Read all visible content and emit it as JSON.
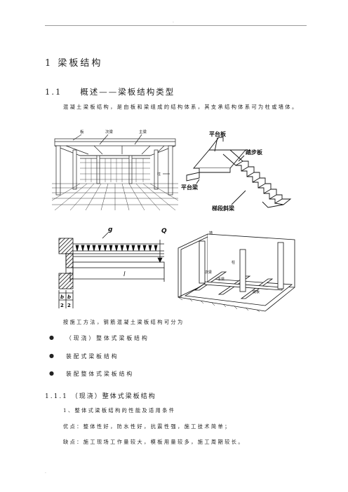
{
  "header": {
    "mark": "."
  },
  "section": {
    "heading": "1  梁板结构",
    "sub_number": "1.1",
    "sub_title": "概述——梁板结构类型",
    "intro": "混凝土梁板结构，是由板和梁组成的结构体系，其支承结构体系可为柱或墙体。"
  },
  "figures": {
    "building": {
      "label_slab": "板",
      "label_secondary_beam": "次梁",
      "label_main_beam": "主梁",
      "label_column": "柱"
    },
    "stair": {
      "label_landing_slab": "平台板",
      "label_tread_slab": "踏步板",
      "label_landing_beam": "平台梁",
      "label_stringer": "梯段斜梁"
    },
    "beam": {
      "label_g": "g",
      "label_q": "Q",
      "label_l": "l",
      "label_b1": "b",
      "label_b2": "b",
      "label_21": "2",
      "label_22": "2"
    },
    "slab3d": {
      "label_wall": "墙",
      "label_column": "柱",
      "label_secondary": "次梁",
      "label_main": "主梁",
      "label_bottom": "底板"
    }
  },
  "construction": {
    "lead": "按施工方法，钢筋混凝土梁板结构可分为",
    "bullet_glyph": "●",
    "items": [
      "（现浇）整体式梁板结构",
      "装配式梁板结构",
      "装配整体式梁板结构"
    ]
  },
  "subsection": {
    "heading": "1.1.1 （现浇）整体式梁板结构",
    "point1": "1、整体式梁板结构的性能及适用条件",
    "pros": "优点：整体性好，防水性好，抗震性强，施工技术简单；",
    "cons": "缺点：施工现场工作量较大，模板用量较多，施工周期较长。"
  },
  "footer": {
    "mark": "."
  }
}
